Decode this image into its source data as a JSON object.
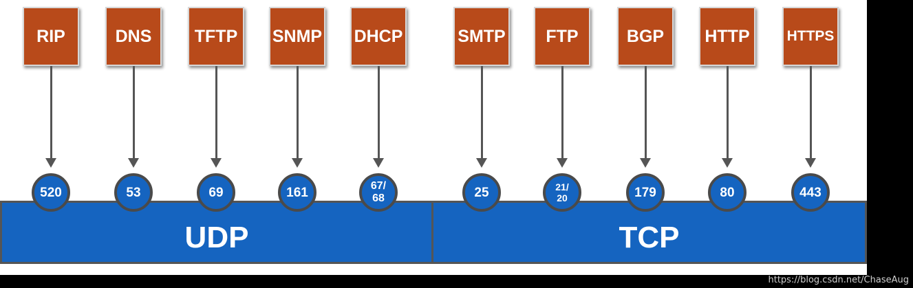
{
  "protocols": [
    {
      "name": "RIP",
      "port": [
        "520"
      ]
    },
    {
      "name": "DNS",
      "port": [
        "53"
      ]
    },
    {
      "name": "TFTP",
      "port": [
        "69"
      ]
    },
    {
      "name": "SNMP",
      "port": [
        "161"
      ]
    },
    {
      "name": "DHCP",
      "port": [
        "67/",
        "68"
      ]
    },
    {
      "name": "SMTP",
      "port": [
        "25"
      ]
    },
    {
      "name": "FTP",
      "port": [
        "21/",
        "20"
      ]
    },
    {
      "name": "BGP",
      "port": [
        "179"
      ]
    },
    {
      "name": "HTTP",
      "port": [
        "80"
      ]
    },
    {
      "name": "HTTPS",
      "port": [
        "443"
      ]
    }
  ],
  "transport": {
    "udp": "UDP",
    "tcp": "TCP"
  },
  "watermark": "https://blog.csdn.net/ChaseAug",
  "colors": {
    "protocol_box": "#b84a1a",
    "port_circle": "#1564c0",
    "transport_bar": "#1564c0",
    "arrow": "#555555"
  }
}
